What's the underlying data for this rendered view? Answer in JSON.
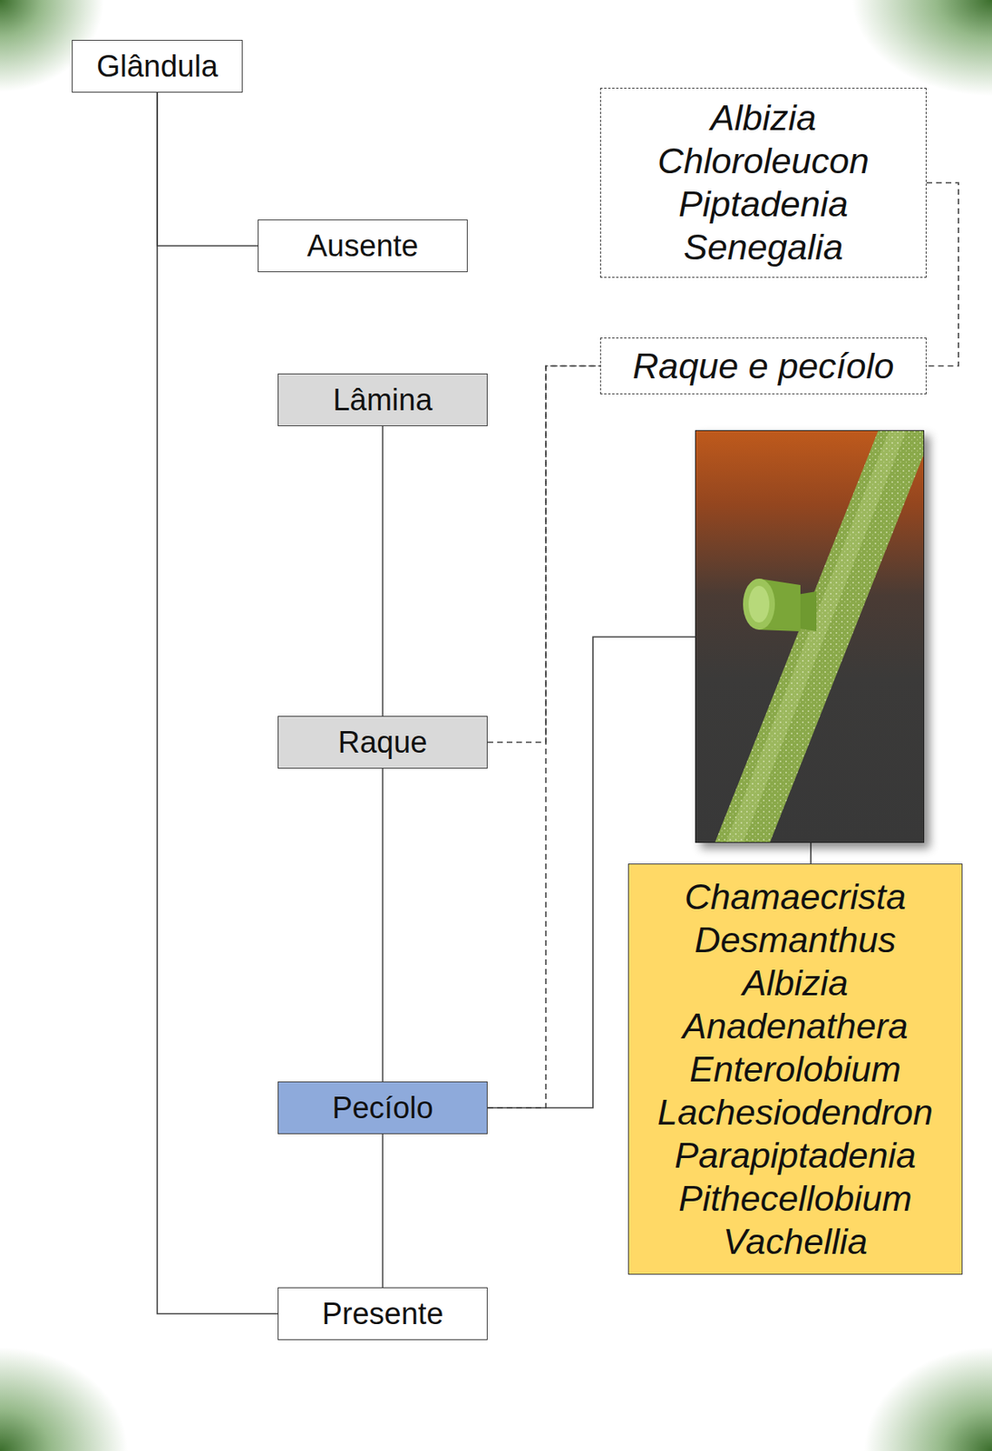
{
  "diagram": {
    "nodes": [
      {
        "text": [
          "Glândula"
        ]
      },
      {
        "text": [
          "Ausente"
        ]
      },
      {
        "text": [
          "Lâmina"
        ]
      },
      {
        "text": [
          "Raque"
        ]
      },
      {
        "text": [
          "Pecíolo"
        ]
      },
      {
        "text": [
          "Presente"
        ]
      },
      {
        "text": [
          "Albizia",
          "Chloroleucon",
          "Piptadenia",
          "Senegalia"
        ]
      },
      {
        "text": [
          "Raque e pecíolo"
        ]
      },
      {
        "text": [
          "Chamaecrista",
          "Desmanthus",
          "Albizia",
          "Anadenathera",
          "Enterolobium",
          "Lachesiodendron",
          "Parapiptadenia",
          "Pithecellobium",
          "Vachellia"
        ]
      }
    ],
    "edges": [
      {
        "from": 0,
        "to": 1,
        "arrow": "none"
      },
      {
        "from": 0,
        "to": 5,
        "arrow": "none"
      },
      {
        "from": 2,
        "to": 3,
        "arrow": "none"
      },
      {
        "from": 3,
        "to": 4,
        "arrow": "none"
      },
      {
        "from": 4,
        "to": 5,
        "arrow": "none"
      },
      {
        "from": 3,
        "to": 7,
        "arrow": "none"
      },
      {
        "from": 4,
        "to": 7,
        "arrow": "none"
      },
      {
        "from": 6,
        "to": 7,
        "arrow": "none"
      },
      {
        "from": 4,
        "to": 8,
        "arrow": "none"
      }
    ]
  }
}
